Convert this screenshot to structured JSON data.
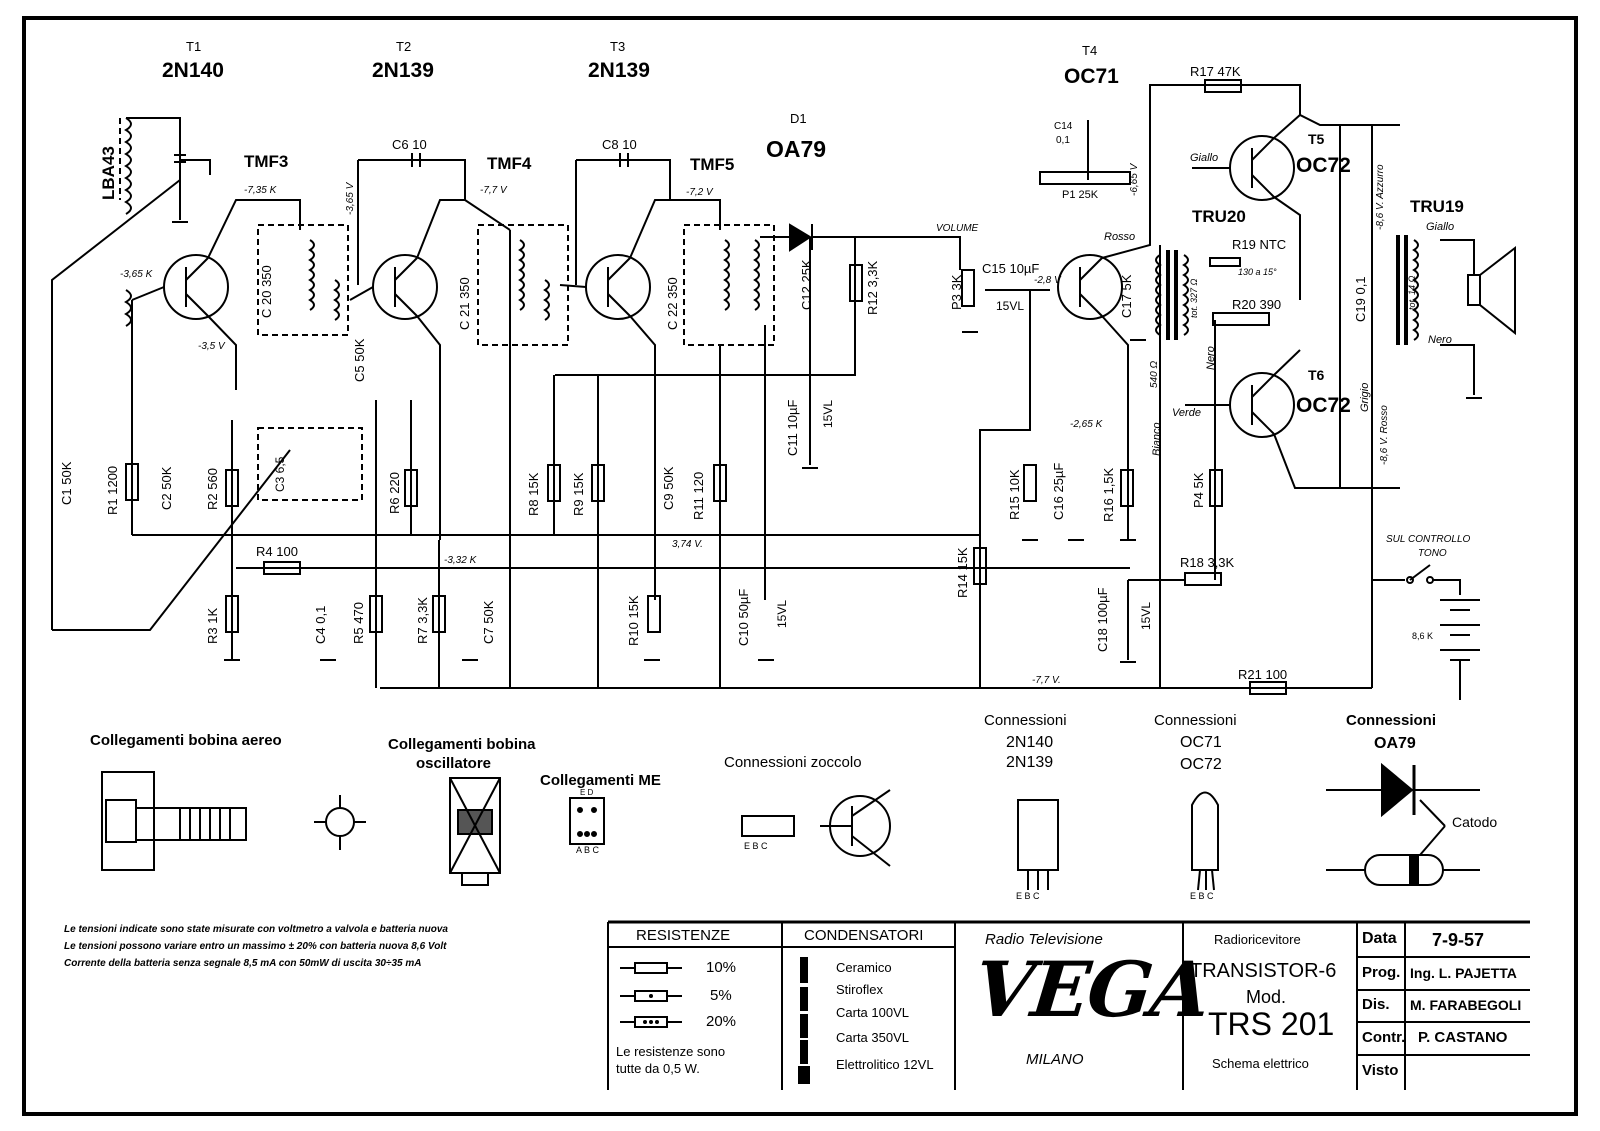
{
  "transistors": {
    "t1": {
      "label": "T1",
      "type": "2N140"
    },
    "t2": {
      "label": "T2",
      "type": "2N139"
    },
    "t3": {
      "label": "T3",
      "type": "2N139"
    },
    "t4": {
      "label": "T4",
      "type": "OC71"
    },
    "t5": {
      "label": "T5",
      "type": "OC72"
    },
    "t6": {
      "label": "T6",
      "type": "OC72"
    }
  },
  "diode": {
    "label": "D1",
    "type": "OA79"
  },
  "transformers": {
    "tmf3": "TMF3",
    "tmf4": "TMF4",
    "tmf5": "TMF5",
    "tru20": "TRU20",
    "tru19": "TRU19",
    "lba43": "LBA43"
  },
  "components": {
    "c1": "C1 50K",
    "r1": "R1 1200",
    "c2": "C2 50K",
    "r2": "R2 560",
    "r3": "R3 1K",
    "r4": "R4 100",
    "c3": "C3 6,5",
    "c4": "C4 0,1",
    "r5": "R5 470",
    "r6": "R6 220",
    "c5": "C5 50K",
    "r7": "R7 3,3K",
    "c7": "C7 50K",
    "c6": "C6 10",
    "c20": "C 20 350",
    "c21": "C 21 350",
    "c8": "C8 10",
    "c22": "C 22 350",
    "r8": "R8 15K",
    "r9": "R9 15K",
    "r10": "R10 15K",
    "c9": "C9 50K",
    "r11": "R11 120",
    "c10": "C10 50µF",
    "c10v": "15VL",
    "c11": "C11 10µF",
    "c11v": "15VL",
    "c12": "C12 25K",
    "r12": "R12 3,3K",
    "p3": "P3 3K",
    "c15": "C15 10µF",
    "c15v": "15VL",
    "c14": "C14",
    "c14v": "0,1",
    "p1": "P1 25K",
    "r17": "R17 47K",
    "c17": "C17 5K",
    "r14": "R14 15K",
    "r15": "R15 10K",
    "c16": "C16 25µF",
    "r16": "R16 1,5K",
    "c18": "C18 100µF",
    "c18v": "15VL",
    "r18": "R18 3,3K",
    "p4": "P4 5K",
    "r19": "R19 NTC",
    "r19v": "130 a 15°",
    "r20": "R20 390",
    "c19": "C19 0,1",
    "r21": "R21 100",
    "battery": "8,6 K"
  },
  "voltages": {
    "v1": "-7,35 K",
    "v2": "-3,65 K",
    "v3": "-3,5 V",
    "v4": "-3,65 V",
    "v5": "-7,7 V",
    "v6": "-7,2 V",
    "v7": "-3,32 K",
    "v8": "3,74 V.",
    "v9": "-7,7 V.",
    "v10": "-6,65 V",
    "v11": "-2,8 V",
    "v12": "-2,65 K",
    "v13": "-8,6 V. Azzurro",
    "v14": "-8,6 V. Rosso"
  },
  "wire_labels": {
    "volume": "VOLUME",
    "giallo1": "Giallo",
    "rosso": "Rosso",
    "verde": "Verde",
    "bianco": "Bianco",
    "nero1": "Nero",
    "giallo2": "Giallo",
    "nero2": "Nero",
    "grigio": "Grigio",
    "sul_controllo": "SUL CONTROLLO",
    "tono": "TONO",
    "val540": "540 Ω",
    "tot327": "tot. 327 Ω",
    "tot14": "tot. 14 Ω"
  },
  "connections": {
    "bobina_aereo": "Collegamenti bobina aereo",
    "bobina_osc_1": "Collegamenti bobina",
    "bobina_osc_2": "oscillatore",
    "me": "Collegamenti ME",
    "zoccolo": "Connessioni zoccolo",
    "conn_2n140_title": "Connessioni",
    "conn_2n140_a": "2N140",
    "conn_2n140_b": "2N139",
    "conn_oc71_title": "Connessioni",
    "conn_oc71_a": "OC71",
    "conn_oc71_b": "OC72",
    "conn_oa79_title": "Connessioni",
    "conn_oa79_a": "OA79",
    "catodo": "Catodo",
    "ebc1": "E B C",
    "ebc2": "E B C",
    "ebc3": "E B C",
    "abc": "A B C",
    "ed": "E D"
  },
  "notes": {
    "line1": "Le tensioni indicate sono state misurate con voltmetro a valvola e batteria nuova",
    "line2": "Le tensioni possono variare entro un massimo ± 20% con batteria nuova 8,6 Volt",
    "line3": "Corrente della batteria senza segnale 8,5 mA con 50mW di uscita 30÷35 mA"
  },
  "legend": {
    "resistenze_title": "RESISTENZE",
    "r_10": "10%",
    "r_5": "5%",
    "r_20": "20%",
    "r_note1": "Le resistenze sono",
    "r_note2": "tutte da 0,5 W.",
    "condensatori_title": "CONDENSATORI",
    "c_ceramico": "Ceramico",
    "c_stiroflex": "Stiroflex",
    "c_carta1": "Carta 100VL",
    "c_carta2": "Carta 350VL",
    "c_elettro": "Elettrolitico 12VL"
  },
  "title_block": {
    "company_top": "Radio Televisione",
    "logo": "VEGA",
    "city": "MILANO",
    "product": "Radioricevitore",
    "model_name": "TRANSISTOR-6",
    "mod_label": "Mod.",
    "model_code": "TRS 201",
    "schema": "Schema elettrico",
    "rows": [
      {
        "label": "Data",
        "value": "7-9-57"
      },
      {
        "label": "Prog.",
        "value": "Ing. L. PAJETTA"
      },
      {
        "label": "Dis.",
        "value": "M. FARABEGOLI"
      },
      {
        "label": "Contr.",
        "value": "P. CASTANO"
      },
      {
        "label": "Visto",
        "value": ""
      }
    ]
  }
}
